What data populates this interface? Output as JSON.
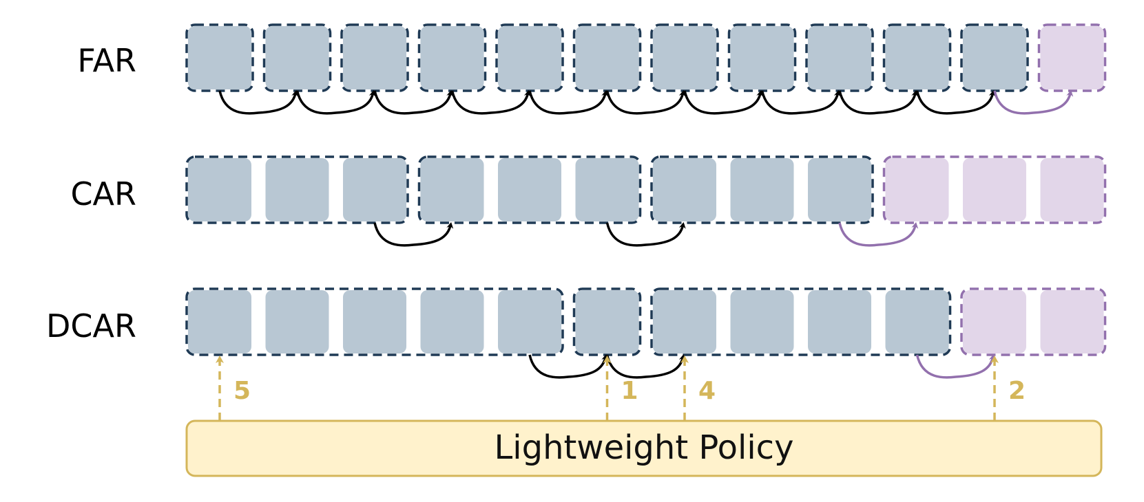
{
  "colors": {
    "token_fill": "#b8c7d3",
    "token_border": "#1f3a55",
    "future_fill": "#e2d6e9",
    "future_border": "#9270ad",
    "arrow_dark": "#000000",
    "arrow_future": "#9270ad",
    "policy_fill": "#fff2cc",
    "policy_border": "#d4b65a",
    "policy_arrow": "#d4b65a"
  },
  "rows": [
    {
      "label": "FAR",
      "token_count": 12,
      "groups": [
        [
          0,
          0
        ],
        [
          1,
          1
        ],
        [
          2,
          2
        ],
        [
          3,
          3
        ],
        [
          4,
          4
        ],
        [
          5,
          5
        ],
        [
          6,
          6
        ],
        [
          7,
          7
        ],
        [
          8,
          8
        ],
        [
          9,
          9
        ],
        [
          10,
          10
        ],
        [
          11,
          11
        ]
      ],
      "future_from": 11,
      "arrows": [
        [
          0,
          1
        ],
        [
          1,
          2
        ],
        [
          2,
          3
        ],
        [
          3,
          4
        ],
        [
          4,
          5
        ],
        [
          5,
          6
        ],
        [
          6,
          7
        ],
        [
          7,
          8
        ],
        [
          8,
          9
        ],
        [
          9,
          10
        ],
        [
          10,
          11
        ]
      ],
      "future_arrow_index": 10
    },
    {
      "label": "CAR",
      "token_count": 12,
      "groups": [
        [
          0,
          2
        ],
        [
          3,
          5
        ],
        [
          6,
          8
        ],
        [
          9,
          11
        ]
      ],
      "future_from": 9,
      "arrows": [
        [
          2,
          3
        ],
        [
          5,
          6
        ],
        [
          8,
          9
        ]
      ],
      "future_arrow_index": 2
    },
    {
      "label": "DCAR",
      "token_count": 12,
      "groups": [
        [
          0,
          4
        ],
        [
          5,
          5
        ],
        [
          6,
          9
        ],
        [
          10,
          11
        ]
      ],
      "future_from": 10,
      "arrows": [
        [
          4,
          5
        ],
        [
          5,
          6
        ],
        [
          9,
          10
        ]
      ],
      "future_arrow_index": 2
    }
  ],
  "policy": {
    "label": "Lightweight Policy",
    "pointers": [
      {
        "token": 0,
        "label": "5"
      },
      {
        "token": 5,
        "label": "1"
      },
      {
        "token": 6,
        "label": "4"
      },
      {
        "token": 10,
        "label": "2"
      }
    ]
  }
}
